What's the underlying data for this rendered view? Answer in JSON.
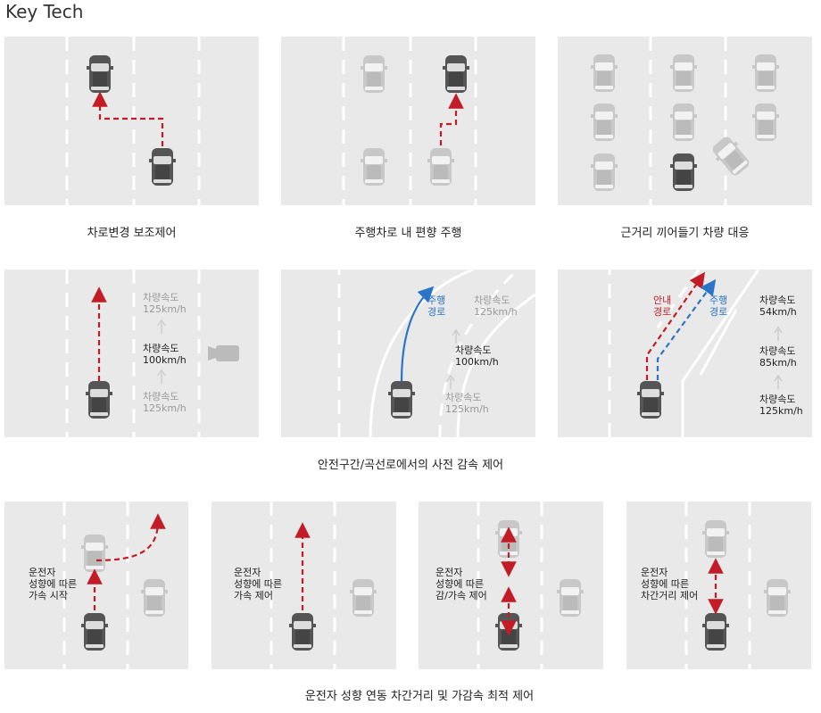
{
  "title": "Key Tech",
  "captions": {
    "p1": "차로변경 보조제어",
    "p2": "주행차로 내 편향 주행",
    "p3": "근거리 끼어들기 차량 대응",
    "row2": "안전구간/곡선로에서의 사전 감속 제어",
    "row3": "운전자 성향 연동 차간거리 및 가감속 최적 제어"
  },
  "panel4": {
    "speeds": [
      {
        "label": "차량속도",
        "value": "125km/h"
      },
      {
        "label": "차량속도",
        "value": "100km/h"
      },
      {
        "label": "차량속도",
        "value": "125km/h"
      }
    ]
  },
  "panel5": {
    "route_label_1": "주행",
    "route_label_2": "경로",
    "speeds": [
      {
        "label": "차량속도",
        "value": "125km/h"
      },
      {
        "label": "차량속도",
        "value": "100km/h"
      },
      {
        "label": "차량속도",
        "value": "125km/h"
      }
    ]
  },
  "panel6": {
    "guide_label_1": "안내",
    "guide_label_2": "경로",
    "route_label_1": "주행",
    "route_label_2": "경로",
    "speeds": [
      {
        "label": "차량속도",
        "value": "54km/h"
      },
      {
        "label": "차량속도",
        "value": "85km/h"
      },
      {
        "label": "차량속도",
        "value": "125km/h"
      }
    ]
  },
  "row3_notes": [
    {
      "line1": "운전자",
      "line2": "성향에 따른",
      "line3": "가속 시작"
    },
    {
      "line1": "운전자",
      "line2": "성향에 따른",
      "line3": "가속 제어"
    },
    {
      "line1": "운전자",
      "line2": "성향에 따른",
      "line3": "감/가속 제어"
    },
    {
      "line1": "운전자",
      "line2": "성향에 따른",
      "line3": "차간거리 제어"
    }
  ],
  "colors": {
    "panel_bg": "#e9e9e9",
    "lane_line": "#ffffff",
    "car_dark": "#555555",
    "car_light": "#c8c8c8",
    "path_red": "#c21d26",
    "path_blue": "#2b75c9"
  }
}
